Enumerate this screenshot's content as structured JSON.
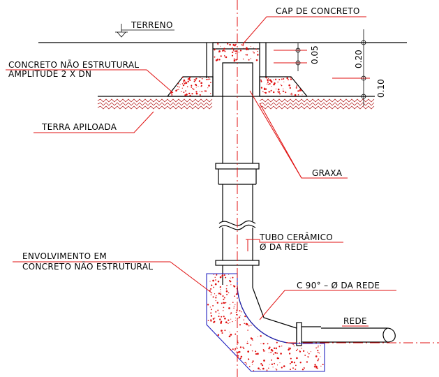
{
  "labels": {
    "terreno": "TERRENO",
    "cap": "CAP DE CONCRETO",
    "concreto_line1": "CONCRETO NÃO ESTRUTURAL",
    "concreto_line2": "AMPLITUDE 2 X DN",
    "terra": "TERRA APILOADA",
    "graxa": "GRAXA",
    "tubo_line1": "TUBO CERÂMICO",
    "tubo_line2": "Ø DA REDE",
    "envolvimento_line1": "ENVOLVIMENTO EM",
    "envolvimento_line2": "CONCRETO NÃO ESTRUTURAL",
    "curva": "C 90° – Ø DA REDE",
    "rede": "REDE"
  },
  "dimensions": {
    "d005": "0.05",
    "d020": "0.20",
    "d010": "0.10"
  },
  "colors": {
    "line": "#000000",
    "concrete_dots": "#e01010",
    "leader": "#e01010",
    "envelope": "#2020c0"
  }
}
